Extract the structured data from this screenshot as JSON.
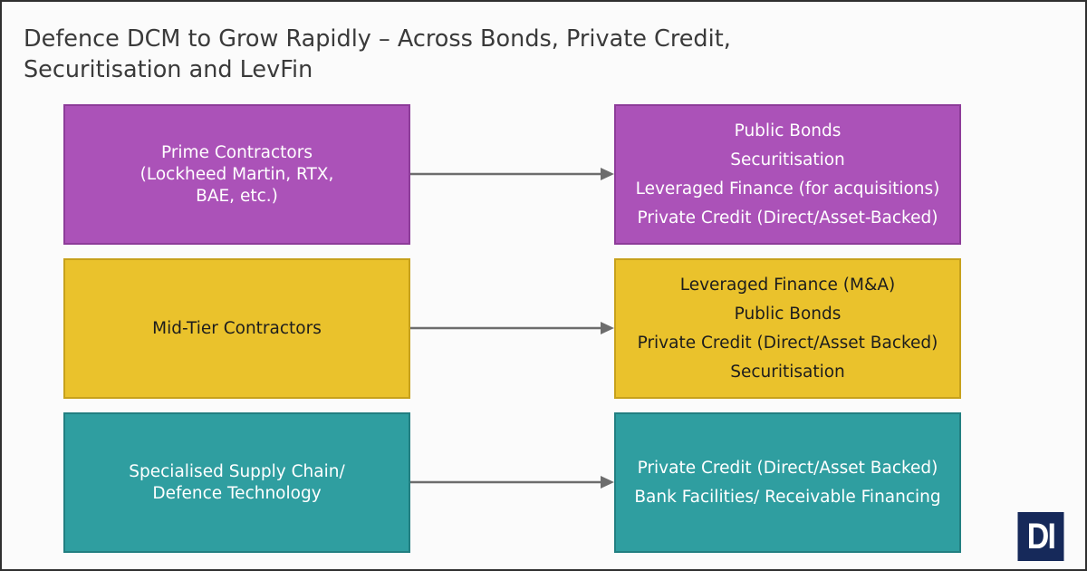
{
  "title": {
    "line1": "Defence DCM to Grow Rapidly – Across Bonds, Private Credit,",
    "line2": "Securitisation and LevFin"
  },
  "rows": [
    {
      "source": [
        "Prime Contractors",
        "(Lockheed Martin, RTX,",
        "BAE, etc.)"
      ],
      "targets": [
        "Public Bonds",
        "Securitisation",
        "Leveraged Finance (for acquisitions)",
        "Private Credit (Direct/Asset-Backed)"
      ],
      "color": "#ab52b8"
    },
    {
      "source": [
        "Mid-Tier Contractors"
      ],
      "targets": [
        "Leveraged Finance (M&A)",
        "Public Bonds",
        "Private Credit (Direct/Asset Backed)",
        "Securitisation"
      ],
      "color": "#eac22c"
    },
    {
      "source": [
        "Specialised Supply Chain/",
        "Defence Technology"
      ],
      "targets": [
        "Private Credit (Direct/Asset Backed)",
        "Bank Facilities/ Receivable Financing"
      ],
      "color": "#2f9ea0"
    }
  ],
  "logo": {
    "text": "DI",
    "color": "#16295a"
  }
}
